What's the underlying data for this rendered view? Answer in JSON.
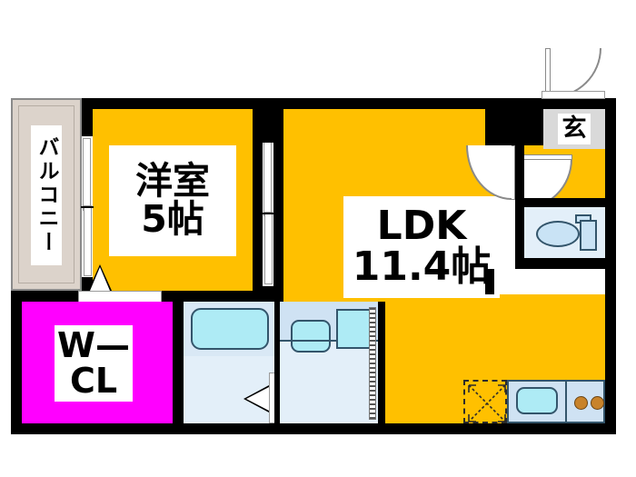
{
  "plan": {
    "title": "apartment-floor-plan",
    "colors": {
      "floor": "#FFC000",
      "closet": "#FF00FF",
      "water_area": "#D9E8F5",
      "balcony": "#DCD3CB",
      "entrance": "#D9D9D9",
      "wall": "#000000",
      "fixture_outline": "#33556b",
      "fixture_fill": "#AEEBF5"
    },
    "rooms": [
      {
        "key": "bedroom",
        "label_line1": "洋室",
        "label_line2": "5帖",
        "name": "room-bedroom"
      },
      {
        "key": "ldk",
        "label_line1": "LDK",
        "label_line2": "11.4帖",
        "name": "room-ldk"
      },
      {
        "key": "closet",
        "label_line1": "W—",
        "label_line2": "CL",
        "name": "room-walk-in-closet"
      },
      {
        "key": "balcony",
        "label_line1": "バルコニー",
        "label_line2": "",
        "name": "area-balcony"
      },
      {
        "key": "entrance",
        "label_line1": "玄",
        "label_line2": "",
        "name": "area-entrance"
      }
    ],
    "fixtures": [
      {
        "name": "bathtub",
        "label": "bathtub"
      },
      {
        "name": "vanity-sink",
        "label": "wash basin"
      },
      {
        "name": "washing-machine-space",
        "label": "washing machine space"
      },
      {
        "name": "toilet",
        "label": "toilet"
      },
      {
        "name": "kitchen-sink",
        "label": "kitchen sink"
      },
      {
        "name": "gas-stove",
        "label": "stove"
      },
      {
        "name": "refrigerator-space",
        "label": "refrigerator space"
      }
    ],
    "doors": [
      {
        "name": "entrance-door",
        "type": "swing"
      },
      {
        "name": "hall-door",
        "type": "swing"
      },
      {
        "name": "ldk-door",
        "type": "swing"
      },
      {
        "name": "bedroom-sliding-door",
        "type": "sliding"
      },
      {
        "name": "balcony-sliding-door",
        "type": "sliding"
      },
      {
        "name": "closet-folding-door",
        "type": "folding"
      },
      {
        "name": "bath-door",
        "type": "folding"
      },
      {
        "name": "wash-room-door",
        "type": "sliding"
      }
    ]
  }
}
